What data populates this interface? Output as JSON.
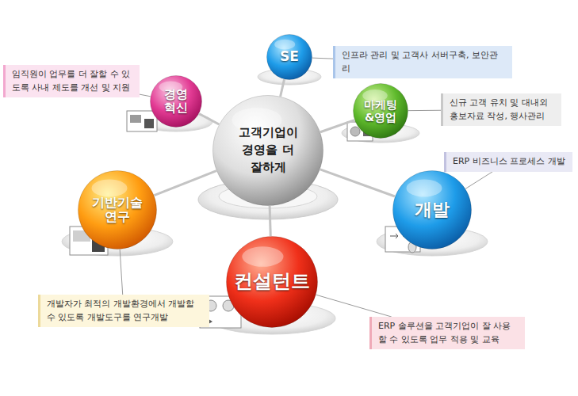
{
  "diagram": {
    "nodes": [
      {
        "text": [
          "임직원이 업무를 더 잘할 수 있도록 사내 제도를 개선 및 지원"
        ]
      },
      {
        "text": [
          "경영혁신"
        ]
      },
      {
        "text": [
          "SE"
        ]
      },
      {
        "text": [
          "인프라 관리 및 고객사 서버구축, 보안관리"
        ]
      },
      {
        "text": [
          "고객기업이 경영을 더 잘하게"
        ]
      },
      {
        "text": [
          "마케팅&영업"
        ]
      },
      {
        "text": [
          "신규 고객 유치 및 대내외 홍보자료 작성, 행사관리"
        ]
      },
      {
        "text": [
          "ERP 비즈니스 프로세스 개발"
        ]
      },
      {
        "text": [
          "기반기술연구"
        ]
      },
      {
        "text": [
          "개발"
        ]
      },
      {
        "text": [
          "컨설턴트"
        ]
      },
      {
        "text": [
          "개발자가 최적의 개발환경에서 개발할 수 있도록 개발도구를 연구개발"
        ]
      },
      {
        "text": [
          "ERP 솔루션을 고객기업이 잘 사용할 수 있도록 업무 적용 및 교육"
        ]
      }
    ],
    "edges": [
      {
        "from": 4,
        "to": 1,
        "arrow": "none"
      },
      {
        "from": 4,
        "to": 2,
        "arrow": "none"
      },
      {
        "from": 4,
        "to": 5,
        "arrow": "none"
      },
      {
        "from": 4,
        "to": 8,
        "arrow": "none"
      },
      {
        "from": 4,
        "to": 9,
        "arrow": "none"
      },
      {
        "from": 4,
        "to": 10,
        "arrow": "none"
      },
      {
        "from": 0,
        "to": 1,
        "arrow": "none"
      },
      {
        "from": 3,
        "to": 2,
        "arrow": "none"
      },
      {
        "from": 6,
        "to": 5,
        "arrow": "none"
      },
      {
        "from": 7,
        "to": 9,
        "arrow": "none"
      },
      {
        "from": 11,
        "to": 8,
        "arrow": "none"
      },
      {
        "from": 12,
        "to": 10,
        "arrow": "none"
      }
    ]
  }
}
